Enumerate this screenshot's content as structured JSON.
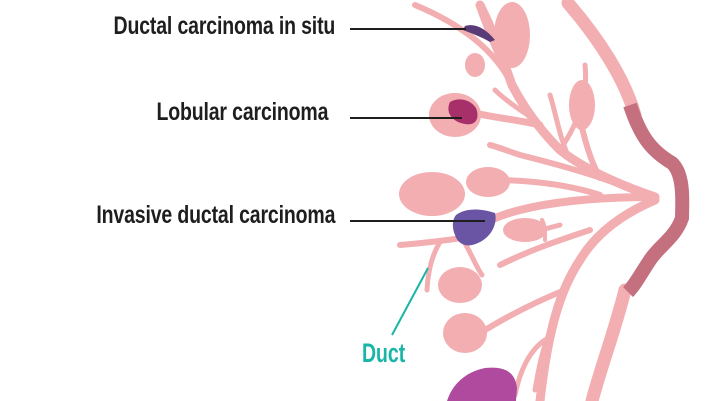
{
  "labels": {
    "dcis": "Ductal carcinoma in situ",
    "lobular": "Lobular carcinoma",
    "idc": "Invasive ductal carcinoma",
    "duct": "Duct"
  },
  "colors": {
    "tissue": "#f2aeb1",
    "areola": "#c4707f",
    "dcis": "#5b3a78",
    "lobular": "#a8306a",
    "idc": "#6a55a5",
    "teal": "#19b5a6"
  }
}
